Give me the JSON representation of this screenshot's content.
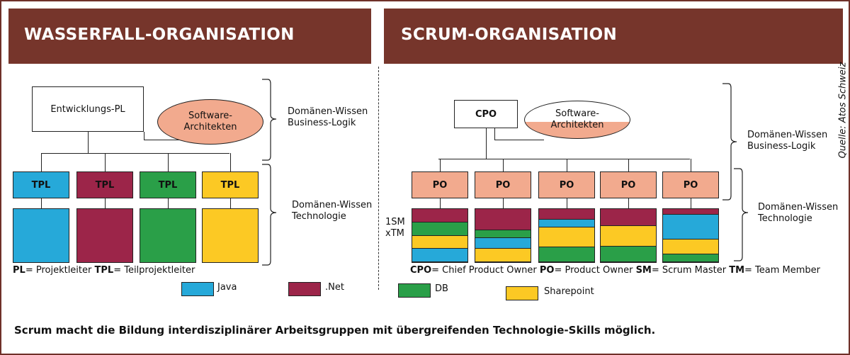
{
  "colors": {
    "java": "#26a9d9",
    "net": "#9c2549",
    "db": "#2a9f48",
    "sharepoint": "#fcc924",
    "header": "#76352b",
    "salmon": "#f2aa8e"
  },
  "left": {
    "title": "WASSERFALL-ORGANISATION",
    "pl_box": "Entwicklungs-PL",
    "architects_line1": "Software-",
    "architects_line2": "Architekten",
    "brace_top_line1": "Domänen-Wissen",
    "brace_top_line2": "Business-Logik",
    "brace_bottom_line1": "Domänen-Wissen",
    "brace_bottom_line2": "Technologie",
    "tpl_labels": [
      "TPL",
      "TPL",
      "TPL",
      "TPL"
    ],
    "team_colors": [
      "java",
      "net",
      "db",
      "sharepoint"
    ],
    "footnote_pl_abbr": "PL",
    "footnote_pl_text": "= Projektleiter ",
    "footnote_tpl_abbr": "TPL",
    "footnote_tpl_text": "= Teilprojektleiter"
  },
  "right": {
    "title": "SCRUM-ORGANISATION",
    "cpo_box": "CPO",
    "architects_line1": "Software-",
    "architects_line2": "Architekten",
    "brace_top_line1": "Domänen-Wissen",
    "brace_top_line2": "Business-Logik",
    "brace_bottom_line1": "Domänen-Wissen",
    "brace_bottom_line2": "Technologie",
    "side_label_1": "1SM",
    "side_label_2": "xTM",
    "po_labels": [
      "PO",
      "PO",
      "PO",
      "PO",
      "PO"
    ],
    "team_stacks": [
      [
        [
          "net",
          1
        ],
        [
          "db",
          1
        ],
        [
          "sharepoint",
          1
        ],
        [
          "java",
          1
        ]
      ],
      [
        [
          "net",
          1.6
        ],
        [
          "db",
          0.6
        ],
        [
          "java",
          0.8
        ],
        [
          "sharepoint",
          1
        ]
      ],
      [
        [
          "net",
          0.8
        ],
        [
          "java",
          0.6
        ],
        [
          "sharepoint",
          1.5
        ],
        [
          "db",
          1.1
        ]
      ],
      [
        [
          "net",
          1.3
        ],
        [
          "sharepoint",
          1.5
        ],
        [
          "db",
          1.2
        ]
      ],
      [
        [
          "net",
          0.45
        ],
        [
          "java",
          1.85
        ],
        [
          "sharepoint",
          1.1
        ],
        [
          "db",
          0.6
        ]
      ]
    ],
    "footnote": [
      {
        "abbr": "CPO",
        "text": "= Chief Product Owner "
      },
      {
        "abbr": "PO",
        "text": "= Product Owner "
      },
      {
        "abbr": "SM",
        "text": "= Scrum Master "
      },
      {
        "abbr": "TM",
        "text": "= Team Member"
      }
    ]
  },
  "source": "Quelle: Atos Schweiz",
  "legend": [
    {
      "color": "java",
      "label": "Java"
    },
    {
      "color": "net",
      "label": ".Net"
    },
    {
      "color": "db",
      "label": "DB"
    },
    {
      "color": "sharepoint",
      "label": "Sharepoint"
    }
  ],
  "caption": "Scrum macht die Bildung interdisziplinärer Arbeitsgruppen mit übergreifenden Technologie-Skills möglich."
}
